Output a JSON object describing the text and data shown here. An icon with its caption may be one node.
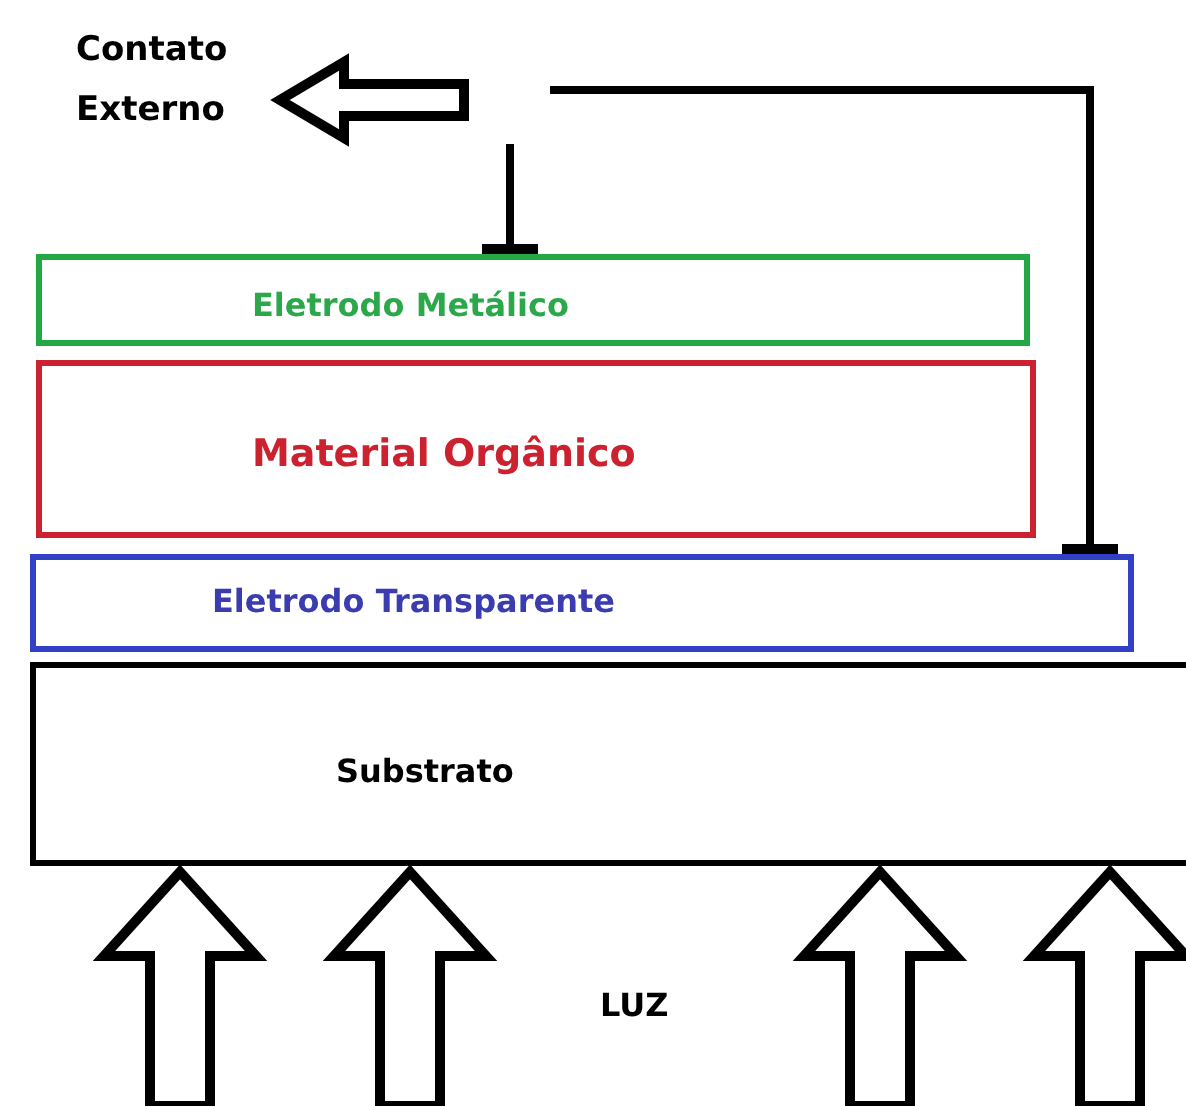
{
  "diagram": {
    "nodes": [
      {
        "text": [
          "Contato Externo"
        ]
      },
      {
        "text": [
          "Eletrodo Metálico"
        ]
      },
      {
        "text": [
          "Material Orgânico"
        ]
      },
      {
        "text": [
          "Eletrodo Transparente"
        ]
      },
      {
        "text": [
          "Substrato"
        ]
      }
    ],
    "edges": [
      {
        "from": null,
        "to": 0,
        "arrow": "to"
      },
      {
        "from": null,
        "to": 1,
        "arrow": "other"
      },
      {
        "from": null,
        "to": 3,
        "arrow": "other"
      },
      {
        "from": null,
        "to": 4,
        "arrow": "to"
      },
      {
        "from": null,
        "to": 4,
        "arrow": "to"
      },
      {
        "from": null,
        "to": 4,
        "arrow": "to"
      },
      {
        "from": null,
        "to": 4,
        "arrow": "to"
      }
    ],
    "labels": [
      "LUZ"
    ]
  }
}
